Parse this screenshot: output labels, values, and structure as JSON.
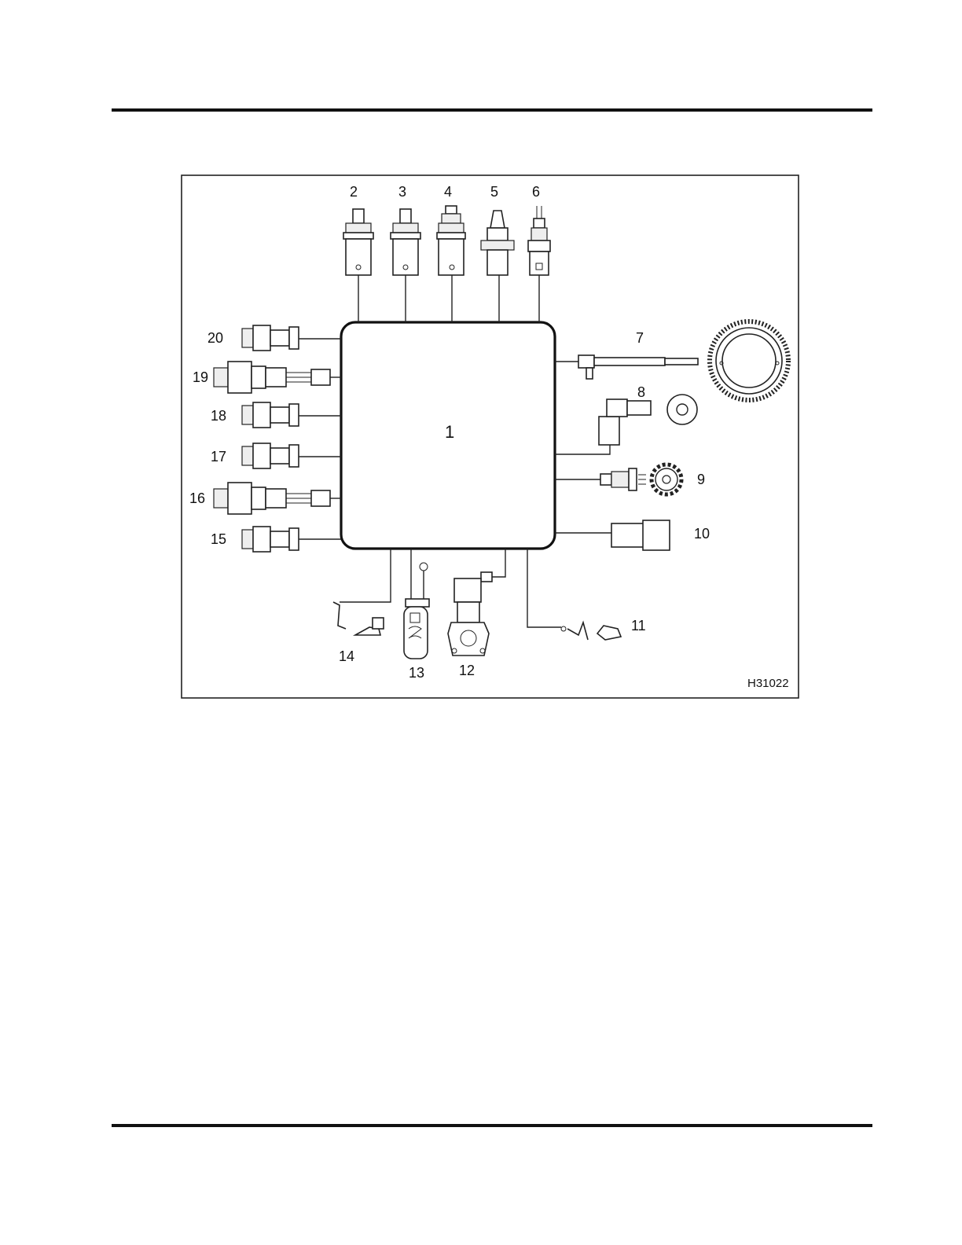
{
  "labels": {
    "ecm": "1",
    "c2": "2",
    "c3": "3",
    "c4": "4",
    "c5": "5",
    "c6": "6",
    "c7": "7",
    "c8": "8",
    "c9": "9",
    "c10": "10",
    "c11": "11",
    "c12": "12",
    "c13": "13",
    "c14": "14",
    "c15": "15",
    "c16": "16",
    "c17": "17",
    "c18": "18",
    "c19": "19",
    "c20": "20"
  },
  "figure_ref": "H31022"
}
